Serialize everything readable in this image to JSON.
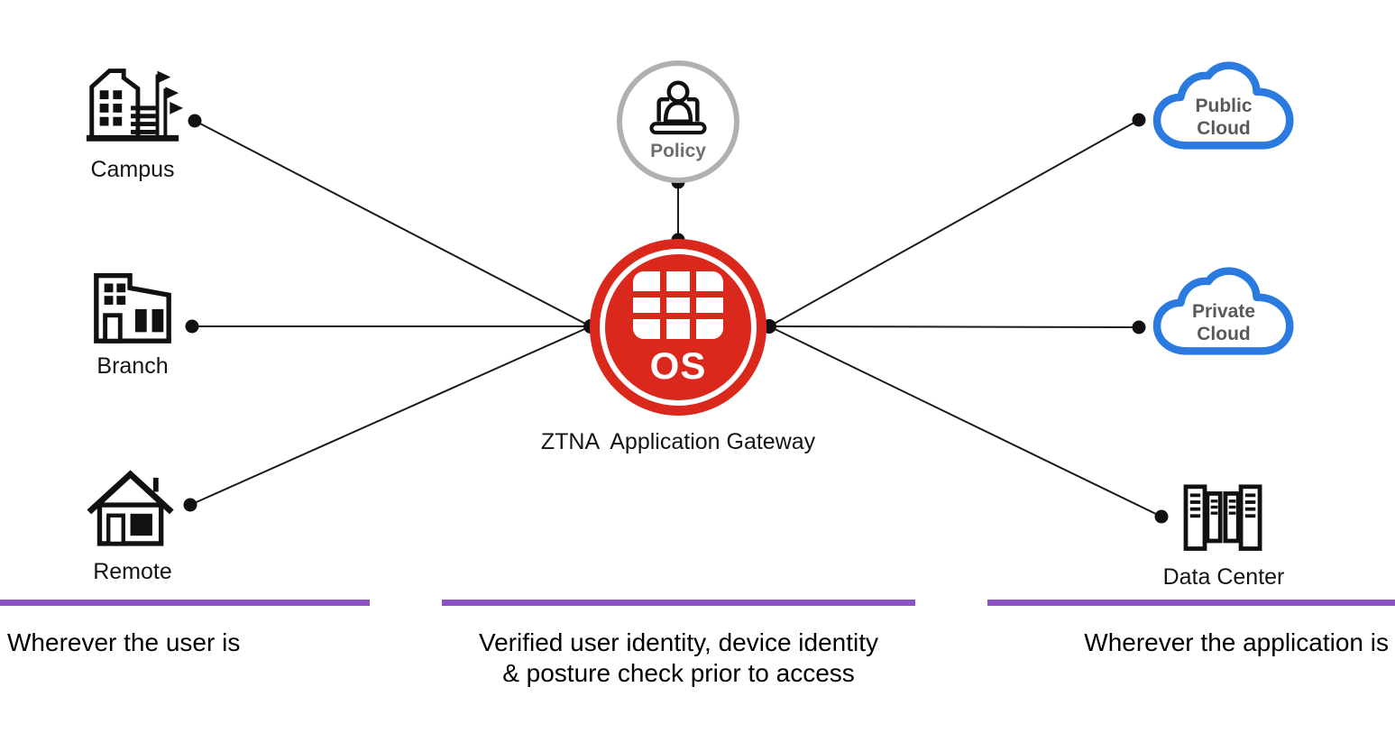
{
  "colors": {
    "brand_red": "#da291c",
    "cloud_blue": "#2a7ae0",
    "zone_purple": "#8d53c6",
    "policy_gray": "#b0b0b0",
    "line_black": "#1a1a1a"
  },
  "policy": {
    "label": "Policy"
  },
  "gateway": {
    "os_label": "OS",
    "caption": "ZTNA  Application Gateway"
  },
  "left_nodes": [
    {
      "label": "Campus"
    },
    {
      "label": "Branch"
    },
    {
      "label": "Remote"
    }
  ],
  "right_nodes": {
    "public_cloud": {
      "line1": "Public",
      "line2": "Cloud"
    },
    "private_cloud": {
      "line1": "Private",
      "line2": "Cloud"
    },
    "data_center": {
      "label": "Data Center"
    }
  },
  "zones": {
    "left": {
      "caption": "Wherever the user is"
    },
    "middle": {
      "caption_line1": "Verified user identity, device identity",
      "caption_line2": "& posture check prior to access"
    },
    "right": {
      "caption": "Wherever the application is"
    }
  }
}
